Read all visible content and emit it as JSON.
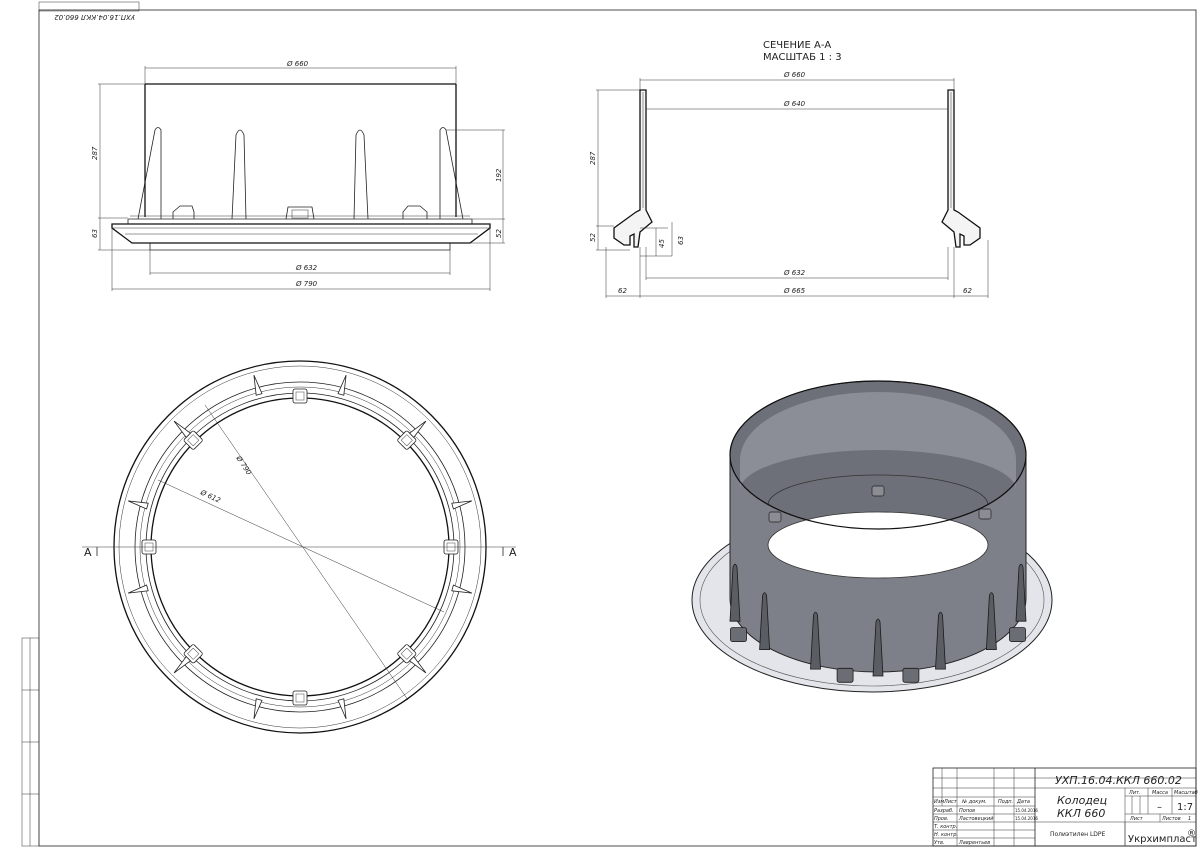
{
  "drawing": {
    "code": "УХП.16.04.ККЛ 660.02",
    "code_mirrored": "УХП.16.04.ККЛ 660.02",
    "title_line1": "Колодец",
    "title_line2": "ККЛ 660",
    "material": "Полиэтилен LDPE",
    "company": "Укрхимпласт",
    "scale_value": "1:7",
    "mass_value": "–"
  },
  "section": {
    "title": "СЕЧЕНИЕ А-А",
    "scale": "МАСШТАБ 1 : 3",
    "marker": "А"
  },
  "dims_front": {
    "top_dia": "Ø 660",
    "bot_dia_inner": "Ø 632",
    "bot_dia_outer": "Ø 790",
    "h_total": "287",
    "h_flange": "63",
    "h_rib": "192",
    "h_lower": "52"
  },
  "dims_section": {
    "outer_dia": "Ø 660",
    "inner_dia": "Ø 640",
    "bottom_dia": "Ø 632",
    "bottom_outer": "Ø 665",
    "h_total": "287",
    "h_lower": "52",
    "h_45": "45",
    "h_63": "63",
    "left_62": "62",
    "right_62": "62"
  },
  "dims_plan": {
    "dia_outer": "Ø 790",
    "dia_inner": "Ø 612"
  },
  "title_block": {
    "headers": [
      "Изм",
      "Лист",
      "№ докум.",
      "Подп.",
      "Дата"
    ],
    "rows": [
      {
        "role": "Разраб.",
        "name": "Попов",
        "date": "15.04.2016"
      },
      {
        "role": "Пров.",
        "name": "Ластовецкий",
        "date": "15.04.2016"
      },
      {
        "role": "Т. контр.",
        "name": "",
        "date": ""
      },
      {
        "role": "",
        "name": "",
        "date": ""
      },
      {
        "role": "Н. контр.",
        "name": "",
        "date": ""
      },
      {
        "role": "Утв.",
        "name": "Лаврентьев",
        "date": ""
      }
    ],
    "lit_label": "Лит.",
    "mass_label": "Масса",
    "scale_label": "Масштаб",
    "sheet_label": "Лист",
    "sheets_label": "Листов",
    "sheets_value": "1",
    "registered": "®"
  }
}
